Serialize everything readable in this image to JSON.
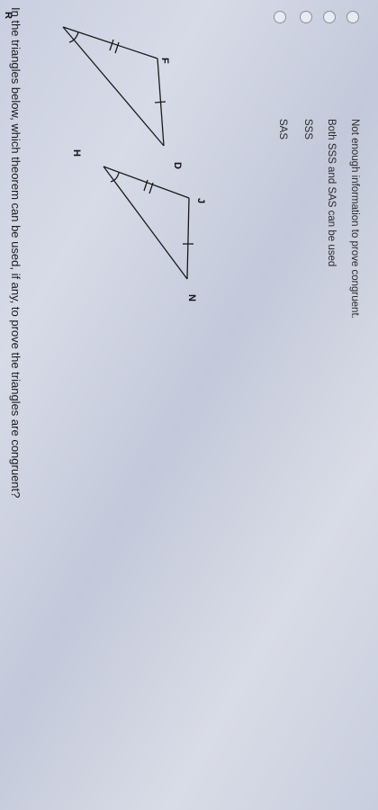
{
  "question": "In the triangles below, which theorem can be used, if any, to prove the triangles are congruent?",
  "options": [
    {
      "label": "SAS"
    },
    {
      "label": "SSS"
    },
    {
      "label": "Both SSS and SAS can be used"
    },
    {
      "label": "Not enough information to prove congruent."
    }
  ],
  "figure": {
    "vertex_labels": {
      "R": "R",
      "F": "F",
      "D": "D",
      "H": "H",
      "J": "J",
      "N": "N"
    }
  },
  "colors": {
    "text": "#1c1c1c",
    "line": "#1a1a1a",
    "radio_border": "#8b8fa0"
  }
}
